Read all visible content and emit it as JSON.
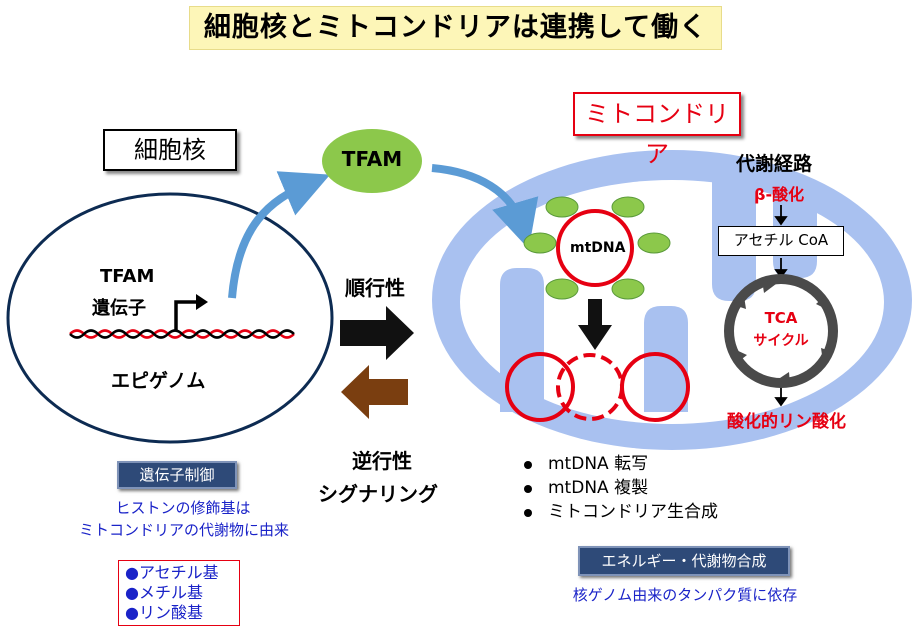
{
  "title": "細胞核とミトコンドリアは連携して働く",
  "nucleus": {
    "label": "細胞核",
    "gene_line1": "TFAM",
    "gene_line2": "遺伝子",
    "epigenome": "エピゲノム"
  },
  "tfam_bubble": "TFAM",
  "center": {
    "anterograde": "順行性",
    "retrograde_line1": "逆行性",
    "retrograde_line2": "シグナリング"
  },
  "mitochondria": {
    "label": "ミトコンドリア",
    "mtdna": "mtDNA",
    "pathway_title": "代謝経路",
    "beta_oxidation": "β-酸化",
    "acetyl_coa": "アセチル CoA",
    "tca_line1": "TCA",
    "tca_line2": "サイクル",
    "oxphos": "酸化的リン酸化"
  },
  "mito_bullets": [
    "mtDNA 転写",
    "mtDNA 複製",
    "ミトコンドリア生合成"
  ],
  "gene_control": {
    "banner": "遺伝子制御",
    "desc_line1": "ヒストンの修飾基は",
    "desc_line2": "ミトコンドリアの代謝物に由来",
    "groups": [
      "アセチル基",
      "メチル基",
      "リン酸基"
    ]
  },
  "energy": {
    "banner": "エネルギー・代謝物合成",
    "desc": "核ゲノム由来のタンパク質に依存"
  },
  "colors": {
    "mito_fill": "#a9c1f0",
    "mito_border": "#a9c1f0",
    "tfam_green": "#8cc84b",
    "arrow_blue": "#5b9bd5",
    "red": "#e60012",
    "brown": "#7a3e10",
    "banner_blue": "#2e4a78"
  }
}
